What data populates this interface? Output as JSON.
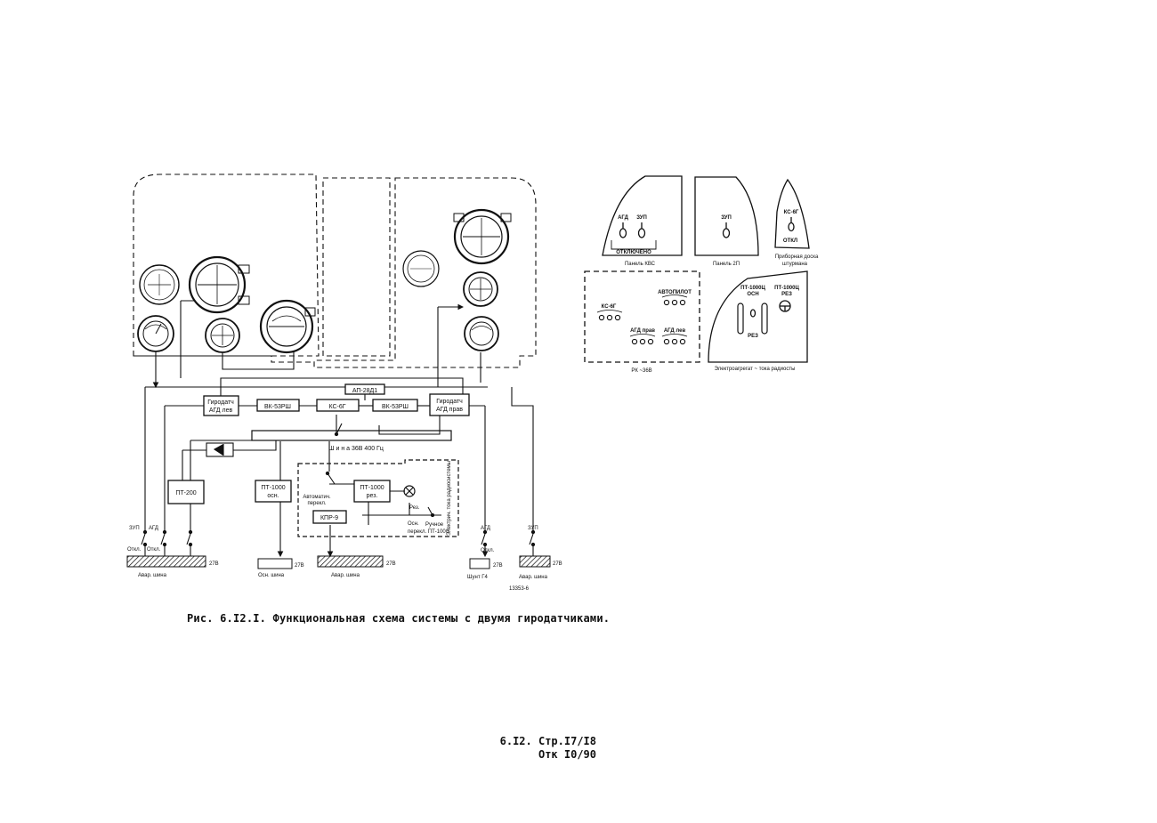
{
  "figure": {
    "caption": "Рис. 6.I2.I. Функциональная схема системы с двумя гиродатчиками.",
    "drawing_number": "13353-6",
    "page_ref_line1": "6.I2. Стр.I7/I8",
    "page_ref_line2": "Отк I0/90"
  },
  "blocks": {
    "girodatchik_lev": [
      "Гиродатч",
      "АГД лев"
    ],
    "vk53_left": "ВК-53РШ",
    "ks6g": "КС-6Г",
    "ap28d1": "АП-28Д1",
    "vk53_right": "ВК-53РШ",
    "girodatchik_prav": [
      "Гиродатч",
      "АГД прав"
    ],
    "bus": "Ш и н а   36В  400 Гц",
    "pt200": "ПТ-200",
    "pt1000_osn": [
      "ПТ-1000",
      "осн."
    ],
    "avtomat_perekl": [
      "Автоматич.",
      "перекл."
    ],
    "pt1000_rez": [
      "ПТ-1000",
      "рез."
    ],
    "kpr9": "КПР-9",
    "elektr_tok": "Электрич. тока радиосистемы",
    "rez": "Рез.",
    "osn": "Осн.",
    "ruchnoe": [
      "Ручное",
      "перекл. ПТ-1000"
    ]
  },
  "switches": {
    "zup_left": "ЗУП",
    "agd_left": "АГД",
    "otkl_a": "Откл.",
    "otkl_b": "Откл.",
    "agd_right": "АГД",
    "otkl_c": "Откл.",
    "zup_right": "ЗУП"
  },
  "buses": {
    "avar_shina_left": "Авар. шина",
    "v27_a": "27В",
    "osn_shina": "Осн. шина",
    "v27_b": "27В",
    "avar_shina_mid": "Авар. шина",
    "v27_c": "27В",
    "shunt_g4": "Шунт Г4",
    "v27_d": "27В",
    "avar_shina_right": "Авар. шина",
    "v27_e": "27В"
  },
  "panels": {
    "kvs_agd": "АГД",
    "kvs_zup": "ЗУП",
    "kvs_otklyucheno": "ОТКЛЮЧЕНО",
    "kvs_title": "Панель КВС",
    "p2_zup": "ЗУП",
    "p2_title": "Панель 2П",
    "sht_ks6g": "КС-6Г",
    "sht_otkl": "ОТКЛ",
    "sht_title": [
      "Приборная доска",
      "штурмана"
    ],
    "rk_ks6g": "КС-6Г",
    "rk_avtopilot": "АВТОПИЛОТ",
    "rk_agd_prav": "АГД прав",
    "rk_agd_lev": "АГД лев",
    "rk_title": "РК ~36В",
    "az_pt1000_osn": [
      "ПТ-1000Ц",
      "ОСН"
    ],
    "az_pt1000_rez": [
      "ПТ-1000Ц",
      "РЕЗ"
    ],
    "az_rez": "РЕЗ",
    "az_title": "Электроагрегат ~ тока радиосты"
  }
}
